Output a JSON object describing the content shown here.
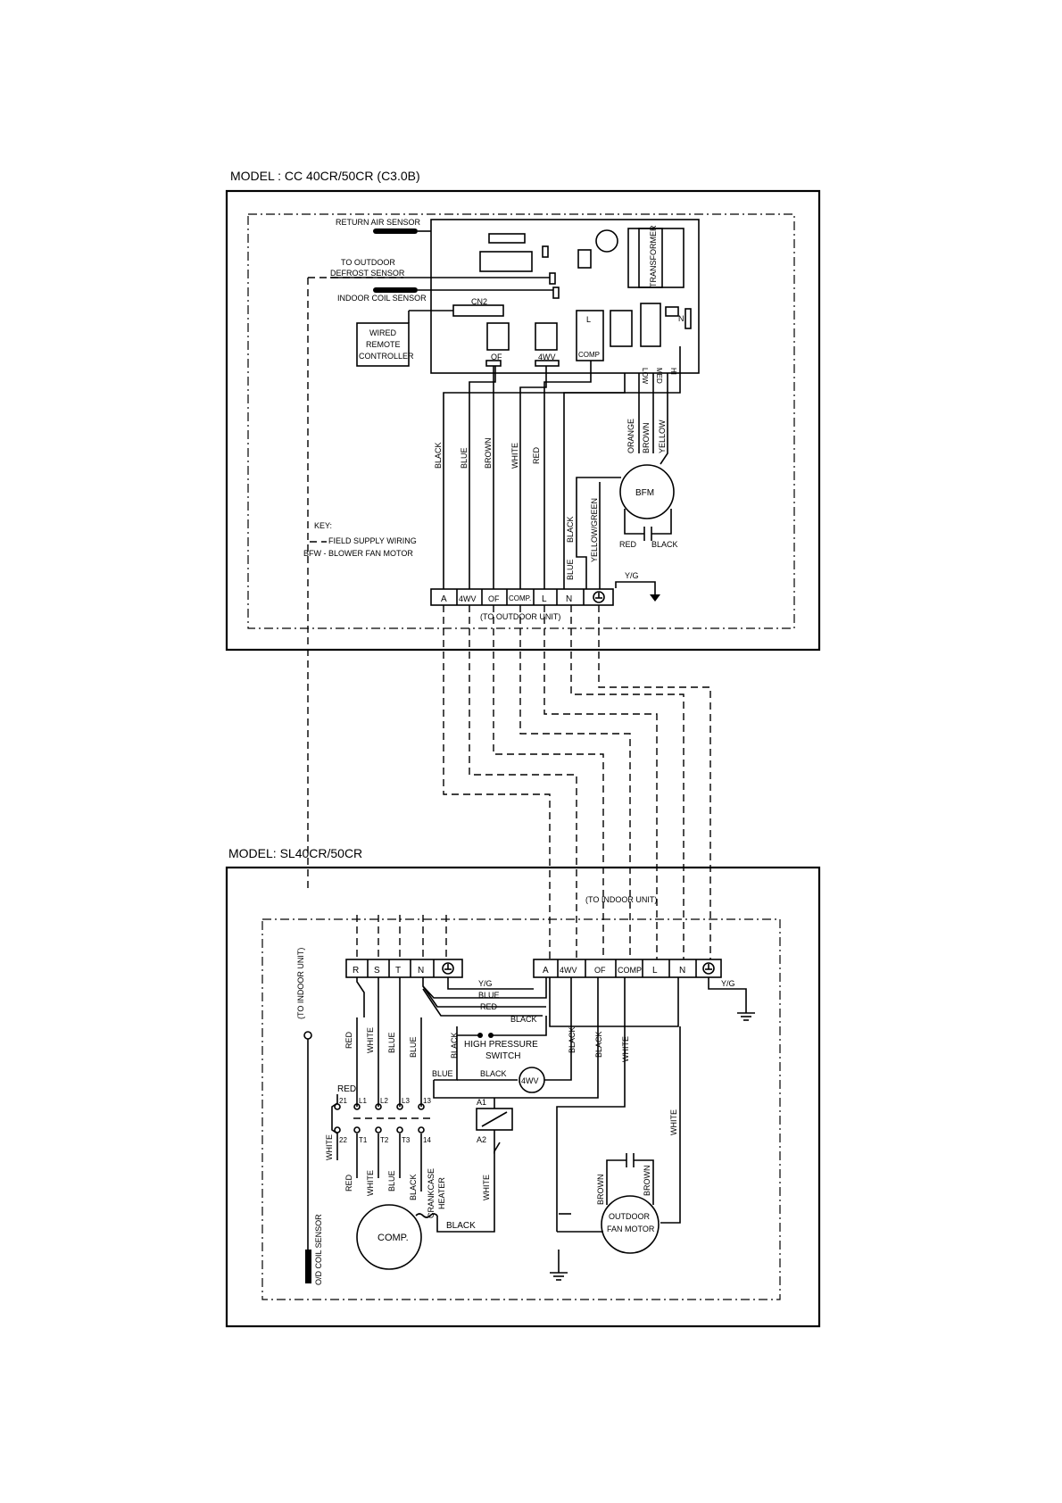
{
  "indoor": {
    "title": "MODEL : CC 40CR/50CR (C3.0B)",
    "return_air_sensor": "RETURN AIR SENSOR",
    "to_outdoor": "TO OUTDOOR",
    "defrost_sensor": "DEFROST SENSOR",
    "indoor_coil_sensor": "INDOOR COIL SENSOR",
    "cn2": "CN2",
    "wired_remote": [
      "WIRED",
      "REMOTE",
      "CONTROLLER"
    ],
    "transformer": "TRANSFORMER",
    "relay_of": "OF",
    "relay_4wv": "4WV",
    "relay_l": "L",
    "relay_comp": "COMP",
    "relay_n": "N",
    "fan_speeds": [
      "LOW",
      "MED",
      "HI"
    ],
    "wire_colors": [
      "BLACK",
      "BLUE",
      "BROWN",
      "WHITE",
      "RED"
    ],
    "fan_wire_colors": [
      "ORANGE",
      "BROWN",
      "YELLOW"
    ],
    "bfm": "BFM",
    "bfm_cap_left": "RED",
    "bfm_cap_right": "BLACK",
    "black_label": "BLACK",
    "blue_label": "BLUE",
    "yellow_green": "YELLOW/GREEN",
    "yg": "Y/G",
    "key_title": "KEY:",
    "key_field": "FIELD SUPPLY WIRING",
    "key_bfw": "BFW  - BLOWER FAN MOTOR",
    "terminals": [
      "A",
      "4WV",
      "OF",
      "COMP.",
      "L",
      "N"
    ],
    "to_outdoor_unit": "(TO OUTDOOR UNIT)"
  },
  "outdoor": {
    "title": "MODEL: SL40CR/50CR",
    "to_indoor_unit": "(TO INDOOR UNIT)",
    "to_indoor_unit_vertical": "(TO INDOOR UNIT)",
    "supply_terminals": [
      "R",
      "S",
      "T",
      "N"
    ],
    "terminals": [
      "A",
      "4WV",
      "OF",
      "COMP",
      "L",
      "N"
    ],
    "yg_left": "Y/G",
    "yg_right": "Y/G",
    "bus_labels": [
      "BLUE",
      "RED",
      "BLACK"
    ],
    "hps": [
      "HIGH  PRESSURE",
      "SWITCH"
    ],
    "black_hps": "BLACK",
    "blue_lower": "BLUE",
    "black_lower": "BLACK",
    "four_wv": "4WV",
    "left_colors": [
      "RED",
      "WHITE",
      "BLUE",
      "BLUE"
    ],
    "right_black_1": "BLACK",
    "right_black_2": "BLACK",
    "right_white_1": "WHITE",
    "right_white_2": "WHITE",
    "red_top": "RED",
    "white_side": "WHITE",
    "contactor_top": [
      "21",
      "L1",
      "L2",
      "L3",
      "13"
    ],
    "contactor_bottom": [
      "22",
      "T1",
      "T2",
      "T3",
      "14"
    ],
    "a1": "A1",
    "a2": "A2",
    "comp_wire_colors": [
      "RED",
      "WHITE",
      "BLUE",
      "BLACK"
    ],
    "crankcase": [
      "CRANKCASE",
      "HEATER"
    ],
    "white_heater": "WHITE",
    "black_bottom": "BLACK",
    "comp": "COMP.",
    "fan_brown_left": "BROWN",
    "fan_brown_right": "BROWN",
    "outdoor_fan": [
      "OUTDOOR",
      "FAN MOTOR"
    ],
    "od_coil_sensor": "O/D COIL SENSOR"
  }
}
